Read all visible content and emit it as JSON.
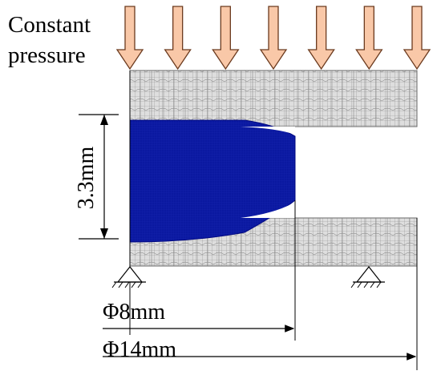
{
  "labels": {
    "load_line1": "Constant",
    "load_line2": "pressure",
    "height": "3.3mm",
    "inner_diameter": "Φ8mm",
    "outer_diameter": "Φ14mm"
  },
  "colors": {
    "specimen": "#0a18a0",
    "arrow_fill": "#f9c8a8",
    "arrow_stroke": "#6b3a1e",
    "mesh_fill": "#dcdcdc",
    "mesh_line": "#8a8a8a"
  },
  "pressure_arrow_count": 7
}
